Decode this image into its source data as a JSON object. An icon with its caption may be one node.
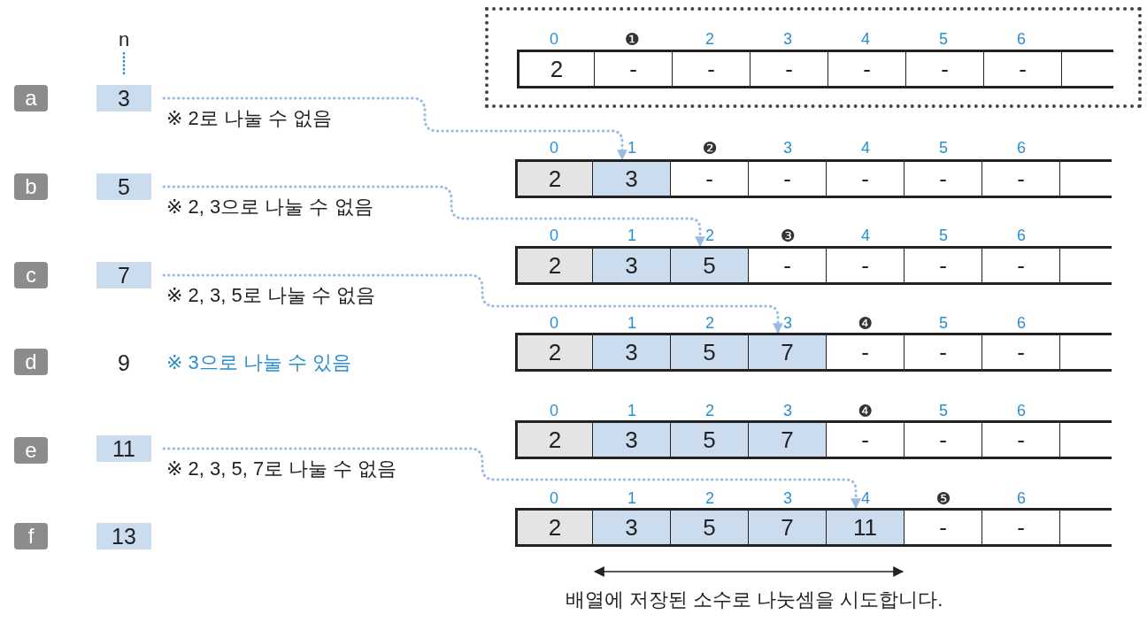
{
  "diagram": {
    "nodes": [
      {
        "text": [
          "a"
        ]
      },
      {
        "text": [
          "b"
        ]
      },
      {
        "text": [
          "c"
        ]
      },
      {
        "text": [
          "d"
        ]
      },
      {
        "text": [
          "e"
        ]
      },
      {
        "text": [
          "f"
        ]
      },
      {
        "text": [
          "3"
        ],
        "beside": [
          "※ 2로 나눌 수 없음"
        ]
      },
      {
        "text": [
          "5"
        ],
        "beside": [
          "※ 2, 3으로 나눌 수 없음"
        ]
      },
      {
        "text": [
          "7"
        ],
        "beside": [
          "※ 2, 3, 5로 나눌 수 없음"
        ]
      },
      {
        "text": [
          "11"
        ],
        "beside": [
          "※ 2, 3, 5, 7로 나눌 수 없음"
        ]
      },
      {
        "text": [
          "13"
        ]
      },
      {
        "text": [],
        "shape": "box"
      },
      {
        "text": [
          "2"
        ],
        "in": 11
      },
      {
        "text": [
          "-"
        ],
        "in": 11
      },
      {
        "text": [
          "-"
        ],
        "in": 11
      },
      {
        "text": [
          "-"
        ],
        "in": 11
      },
      {
        "text": [
          "-"
        ],
        "in": 11
      },
      {
        "text": [
          "-"
        ],
        "in": 11
      },
      {
        "text": [
          "-"
        ],
        "in": 11
      },
      {
        "text": [],
        "shape": "box",
        "in": 11
      },
      {
        "text": [
          "2"
        ]
      },
      {
        "text": [
          "3"
        ]
      },
      {
        "text": [
          "-"
        ]
      },
      {
        "text": [
          "-"
        ]
      },
      {
        "text": [
          "-"
        ]
      },
      {
        "text": [
          "-"
        ]
      },
      {
        "text": [
          "-"
        ]
      },
      {
        "text": [],
        "shape": "box"
      },
      {
        "text": [
          "2"
        ]
      },
      {
        "text": [
          "3"
        ]
      },
      {
        "text": [
          "5"
        ]
      },
      {
        "text": [
          "-"
        ]
      },
      {
        "text": [
          "-"
        ]
      },
      {
        "text": [
          "-"
        ]
      },
      {
        "text": [
          "-"
        ]
      },
      {
        "text": [],
        "shape": "box"
      },
      {
        "text": [
          "2"
        ]
      },
      {
        "text": [
          "3"
        ]
      },
      {
        "text": [
          "5"
        ]
      },
      {
        "text": [
          "7"
        ]
      },
      {
        "text": [
          "-"
        ]
      },
      {
        "text": [
          "-"
        ]
      },
      {
        "text": [
          "-"
        ]
      },
      {
        "text": [],
        "shape": "box"
      },
      {
        "text": [
          "2"
        ]
      },
      {
        "text": [
          "3"
        ]
      },
      {
        "text": [
          "5"
        ]
      },
      {
        "text": [
          "7"
        ]
      },
      {
        "text": [
          "-"
        ]
      },
      {
        "text": [
          "-"
        ]
      },
      {
        "text": [
          "-"
        ]
      },
      {
        "text": [],
        "shape": "box"
      },
      {
        "text": [
          "2"
        ]
      },
      {
        "text": [
          "3"
        ]
      },
      {
        "text": [
          "5"
        ]
      },
      {
        "text": [
          "7"
        ]
      },
      {
        "text": [
          "11"
        ]
      },
      {
        "text": [
          "-"
        ]
      },
      {
        "text": [
          "-"
        ]
      },
      {
        "text": [],
        "shape": "box"
      }
    ],
    "edges": [
      {
        "from": 6,
        "to": 21,
        "arrow": "to",
        "style": "dashed"
      },
      {
        "from": 7,
        "to": 30,
        "arrow": "to",
        "style": "dashed"
      },
      {
        "from": 8,
        "to": 39,
        "arrow": "to",
        "style": "dashed"
      },
      {
        "from": 9,
        "to": 56,
        "arrow": "to",
        "style": "dashed"
      }
    ],
    "labels": [
      "n",
      "0",
      "❶",
      "2",
      "3",
      "4",
      "5",
      "6",
      "0",
      "1",
      "❷",
      "3",
      "4",
      "5",
      "6",
      "0",
      "1",
      "2",
      "❸",
      "4",
      "5",
      "6",
      "0",
      "1",
      "2",
      "3",
      "❹",
      "5",
      "6",
      "9",
      "※ 3으로 나눌 수 있음",
      "0",
      "1",
      "2",
      "3",
      "❹",
      "5",
      "6",
      "0",
      "1",
      "2",
      "3",
      "4",
      "❺",
      "6",
      "배열에 저장된 소수로 나눗셈을 시도합니다."
    ]
  }
}
